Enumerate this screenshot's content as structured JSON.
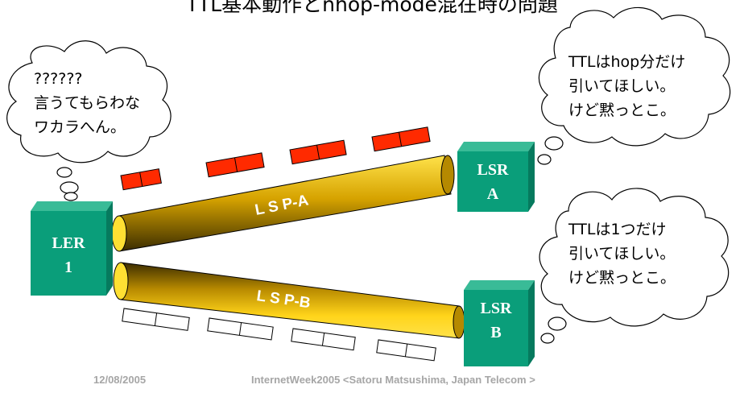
{
  "title": "TTL基本動作とnhop-mode混在時の問題",
  "nodes": {
    "ler1": {
      "line1": "LER",
      "line2": "1"
    },
    "lsr_a": {
      "line1": "LSR",
      "line2": "A"
    },
    "lsr_b": {
      "line1": "LSR",
      "line2": "B"
    }
  },
  "lsps": {
    "a": "L S P-A",
    "b": "L S P-B"
  },
  "bubbles": {
    "ler": [
      "??????",
      "言うてもらわな",
      "ワカラへん。"
    ],
    "lsr_a": [
      "TTLはhop分だけ",
      "引いてほしい。",
      "けど黙っとこ。"
    ],
    "lsr_b": [
      "TTLは1つだけ",
      "引いてほしい。",
      "けど黙っとこ。"
    ]
  },
  "footer": {
    "date": "12/08/2005",
    "credit": "InternetWeek2005 <Satoru Matsushima, Japan Telecom >"
  },
  "colors": {
    "node": "#0a9e7a",
    "node_top": "#39bb97",
    "tube_light": "#ffd200",
    "tube_dark": "#3c2f00",
    "packet_fill": "#ff2a00",
    "bubble_stroke": "#000000"
  }
}
